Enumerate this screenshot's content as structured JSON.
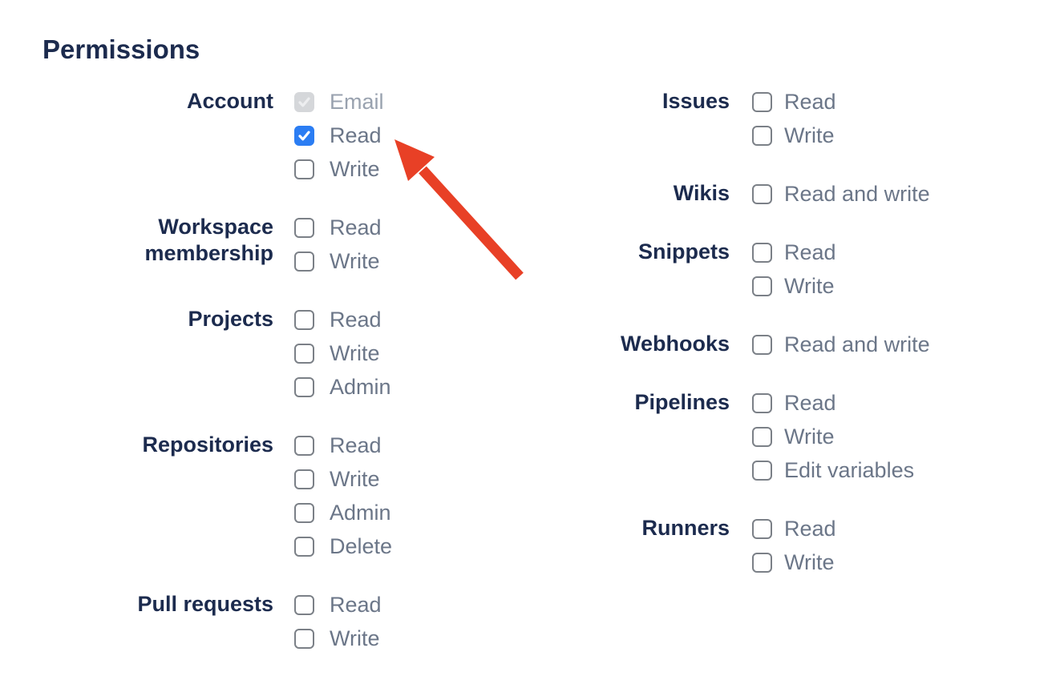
{
  "title": "Permissions",
  "colors": {
    "heading_text": "#1C2B4E",
    "option_text": "#6B7688",
    "disabled_option_text": "#99A2AF",
    "checkbox_checked_blue": "#2B7DF3",
    "checkbox_border": "#7B8087",
    "checkbox_disabled_bg": "#D5D7DA",
    "arrow_red": "#E84026"
  },
  "groups": {
    "left": [
      {
        "label": "Account",
        "options": [
          {
            "label": "Email",
            "state": "checked-disabled"
          },
          {
            "label": "Read",
            "state": "checked"
          },
          {
            "label": "Write",
            "state": "unchecked"
          }
        ]
      },
      {
        "label": "Workspace membership",
        "options": [
          {
            "label": "Read",
            "state": "unchecked"
          },
          {
            "label": "Write",
            "state": "unchecked"
          }
        ]
      },
      {
        "label": "Projects",
        "options": [
          {
            "label": "Read",
            "state": "unchecked"
          },
          {
            "label": "Write",
            "state": "unchecked"
          },
          {
            "label": "Admin",
            "state": "unchecked"
          }
        ]
      },
      {
        "label": "Repositories",
        "options": [
          {
            "label": "Read",
            "state": "unchecked"
          },
          {
            "label": "Write",
            "state": "unchecked"
          },
          {
            "label": "Admin",
            "state": "unchecked"
          },
          {
            "label": "Delete",
            "state": "unchecked"
          }
        ]
      },
      {
        "label": "Pull requests",
        "options": [
          {
            "label": "Read",
            "state": "unchecked"
          },
          {
            "label": "Write",
            "state": "unchecked"
          }
        ]
      }
    ],
    "right": [
      {
        "label": "Issues",
        "options": [
          {
            "label": "Read",
            "state": "unchecked"
          },
          {
            "label": "Write",
            "state": "unchecked"
          }
        ]
      },
      {
        "label": "Wikis",
        "options": [
          {
            "label": "Read and write",
            "state": "unchecked"
          }
        ]
      },
      {
        "label": "Snippets",
        "options": [
          {
            "label": "Read",
            "state": "unchecked"
          },
          {
            "label": "Write",
            "state": "unchecked"
          }
        ]
      },
      {
        "label": "Webhooks",
        "options": [
          {
            "label": "Read and write",
            "state": "unchecked"
          }
        ]
      },
      {
        "label": "Pipelines",
        "options": [
          {
            "label": "Read",
            "state": "unchecked"
          },
          {
            "label": "Write",
            "state": "unchecked"
          },
          {
            "label": "Edit variables",
            "state": "unchecked"
          }
        ]
      },
      {
        "label": "Runners",
        "options": [
          {
            "label": "Read",
            "state": "unchecked"
          },
          {
            "label": "Write",
            "state": "unchecked"
          }
        ]
      }
    ]
  },
  "annotation": {
    "type": "arrow",
    "points_at": "Account Read checkbox"
  }
}
